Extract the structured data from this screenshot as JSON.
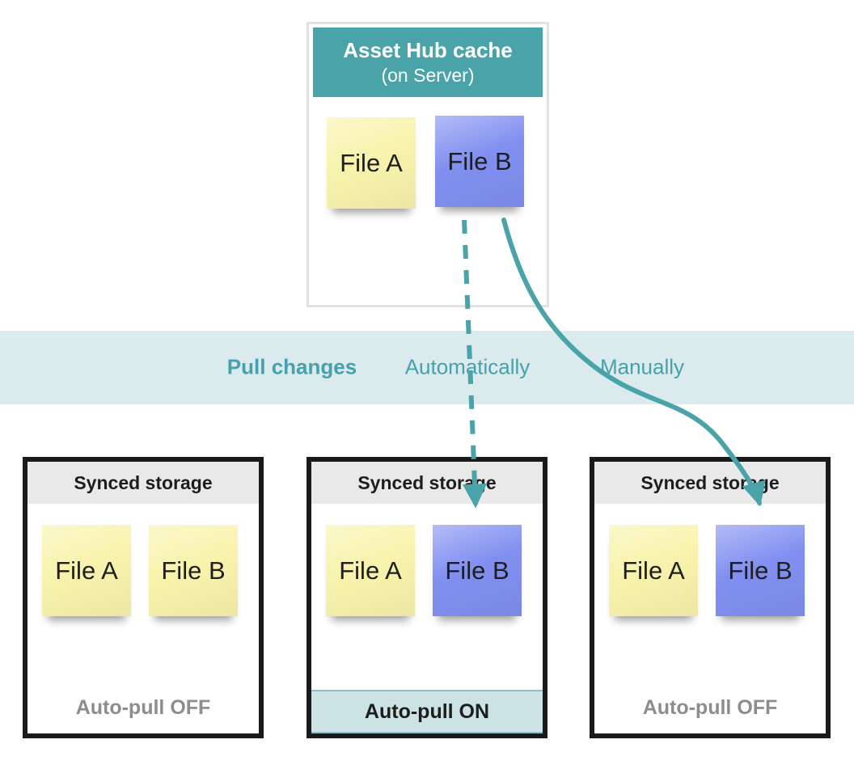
{
  "server_box": {
    "title": "Asset Hub cache",
    "subtitle": "(on Server)",
    "files": [
      {
        "label": "File A",
        "color": "sticky_yellow"
      },
      {
        "label": "File B",
        "color": "sticky_blue"
      }
    ]
  },
  "pull_band": {
    "title": "Pull changes",
    "options": [
      {
        "label": "Automatically",
        "arrow_style": "dashed"
      },
      {
        "label": "Manually",
        "arrow_style": "solid"
      }
    ]
  },
  "storages": [
    {
      "header": "Synced storage",
      "files": [
        {
          "label": "File A",
          "color": "sticky_yellow"
        },
        {
          "label": "File B",
          "color": "sticky_yellow"
        }
      ],
      "footer": "Auto-pull OFF",
      "auto_pull": "off"
    },
    {
      "header": "Synced storage",
      "files": [
        {
          "label": "File A",
          "color": "sticky_yellow"
        },
        {
          "label": "File B",
          "color": "sticky_blue"
        }
      ],
      "footer": "Auto-pull ON",
      "auto_pull": "on"
    },
    {
      "header": "Synced storage",
      "files": [
        {
          "label": "File A",
          "color": "sticky_yellow"
        },
        {
          "label": "File B",
          "color": "sticky_blue"
        }
      ],
      "footer": "Auto-pull OFF",
      "auto_pull": "off"
    }
  ],
  "colors": {
    "teal": "#4AA3A8",
    "band_bg": "#DBEAED",
    "band_text": "#45A1AB",
    "sticky_yellow": "#F8F3AC",
    "sticky_blue": "#8190F0",
    "storage_header_bg": "#E9E9E9",
    "on_band_bg": "#CCE3E6",
    "off_text": "#8D8D8D",
    "box_border": "#1A1A1A"
  }
}
